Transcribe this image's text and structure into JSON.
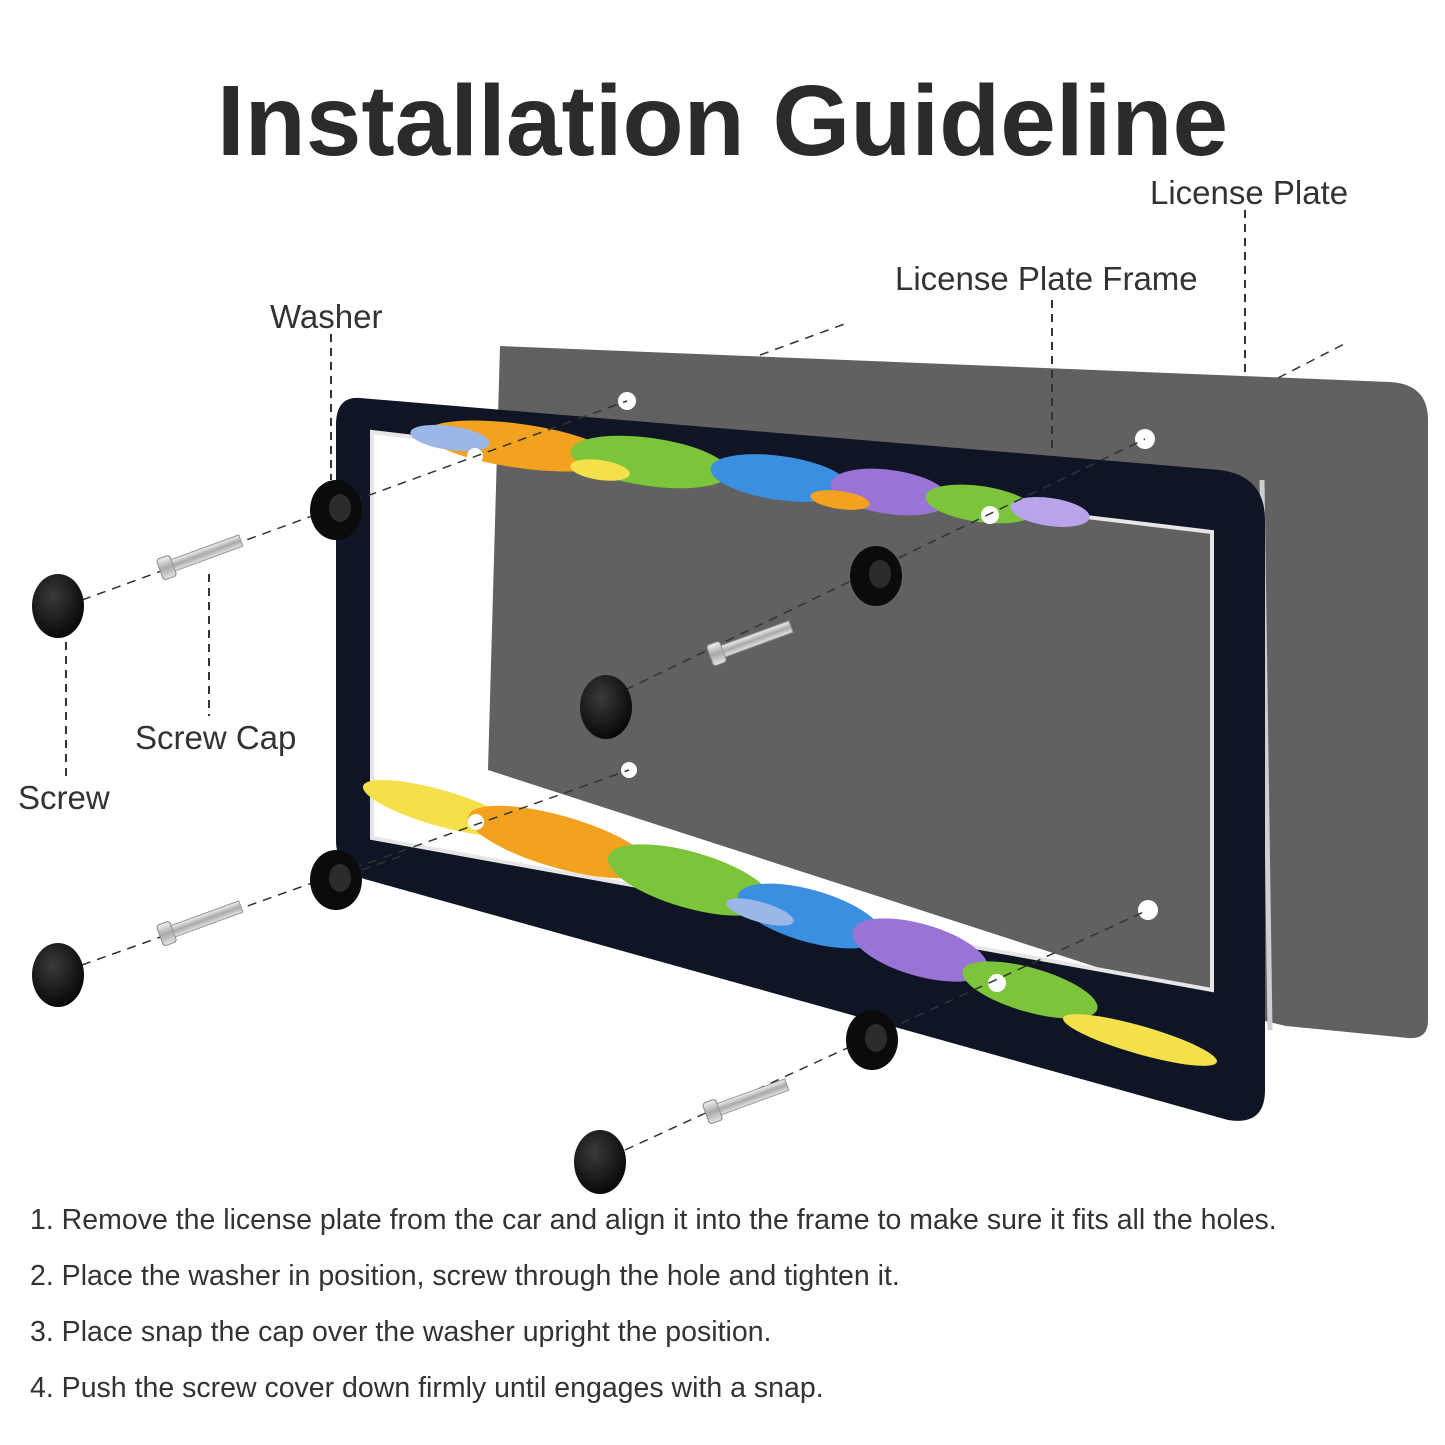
{
  "title": "Installation Guideline",
  "labels": {
    "license_plate": "License Plate",
    "license_plate_frame": "License Plate Frame",
    "washer": "Washer",
    "screw_cap": "Screw Cap",
    "screw": "Screw"
  },
  "steps": [
    "1. Remove the license plate from the car and align it into the frame to make sure it fits all the holes.",
    "2. Place the washer in position, screw through the hole and tighten it.",
    "3. Place snap the cap over the washer upright the position.",
    "4. Push the screw cover down firmly until engages with a snap."
  ],
  "colors": {
    "plate": "#5f5f5f",
    "frame": "#0f1525",
    "text": "#333333",
    "graffiti": [
      "#f2a21f",
      "#7cc43a",
      "#3a8fe0",
      "#9a73d6",
      "#f4e04a"
    ]
  }
}
